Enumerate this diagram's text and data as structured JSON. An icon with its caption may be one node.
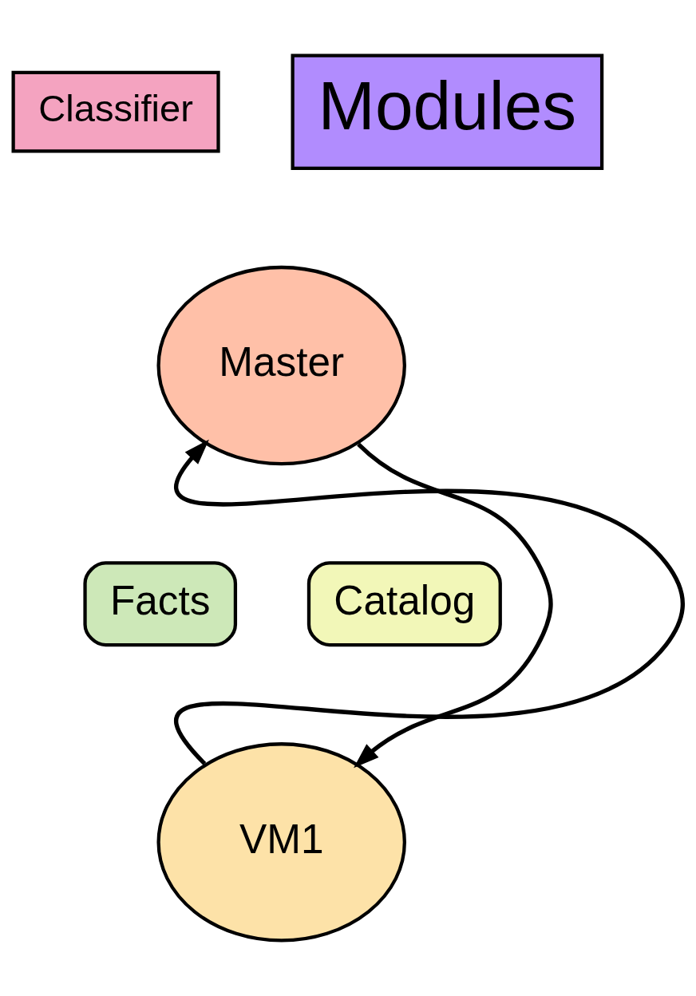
{
  "diagram": {
    "nodes": [
      {
        "text": [
          "Classifier"
        ]
      },
      {
        "text": [
          "Modules"
        ]
      },
      {
        "text": [
          "Master"
        ]
      },
      {
        "text": [
          "Facts"
        ]
      },
      {
        "text": [
          "Catalog"
        ]
      },
      {
        "text": [
          "VM1"
        ]
      }
    ],
    "edges": [
      {
        "from": 5,
        "to": 2,
        "arrow": "to"
      },
      {
        "from": 2,
        "to": 5,
        "arrow": "to"
      }
    ]
  }
}
